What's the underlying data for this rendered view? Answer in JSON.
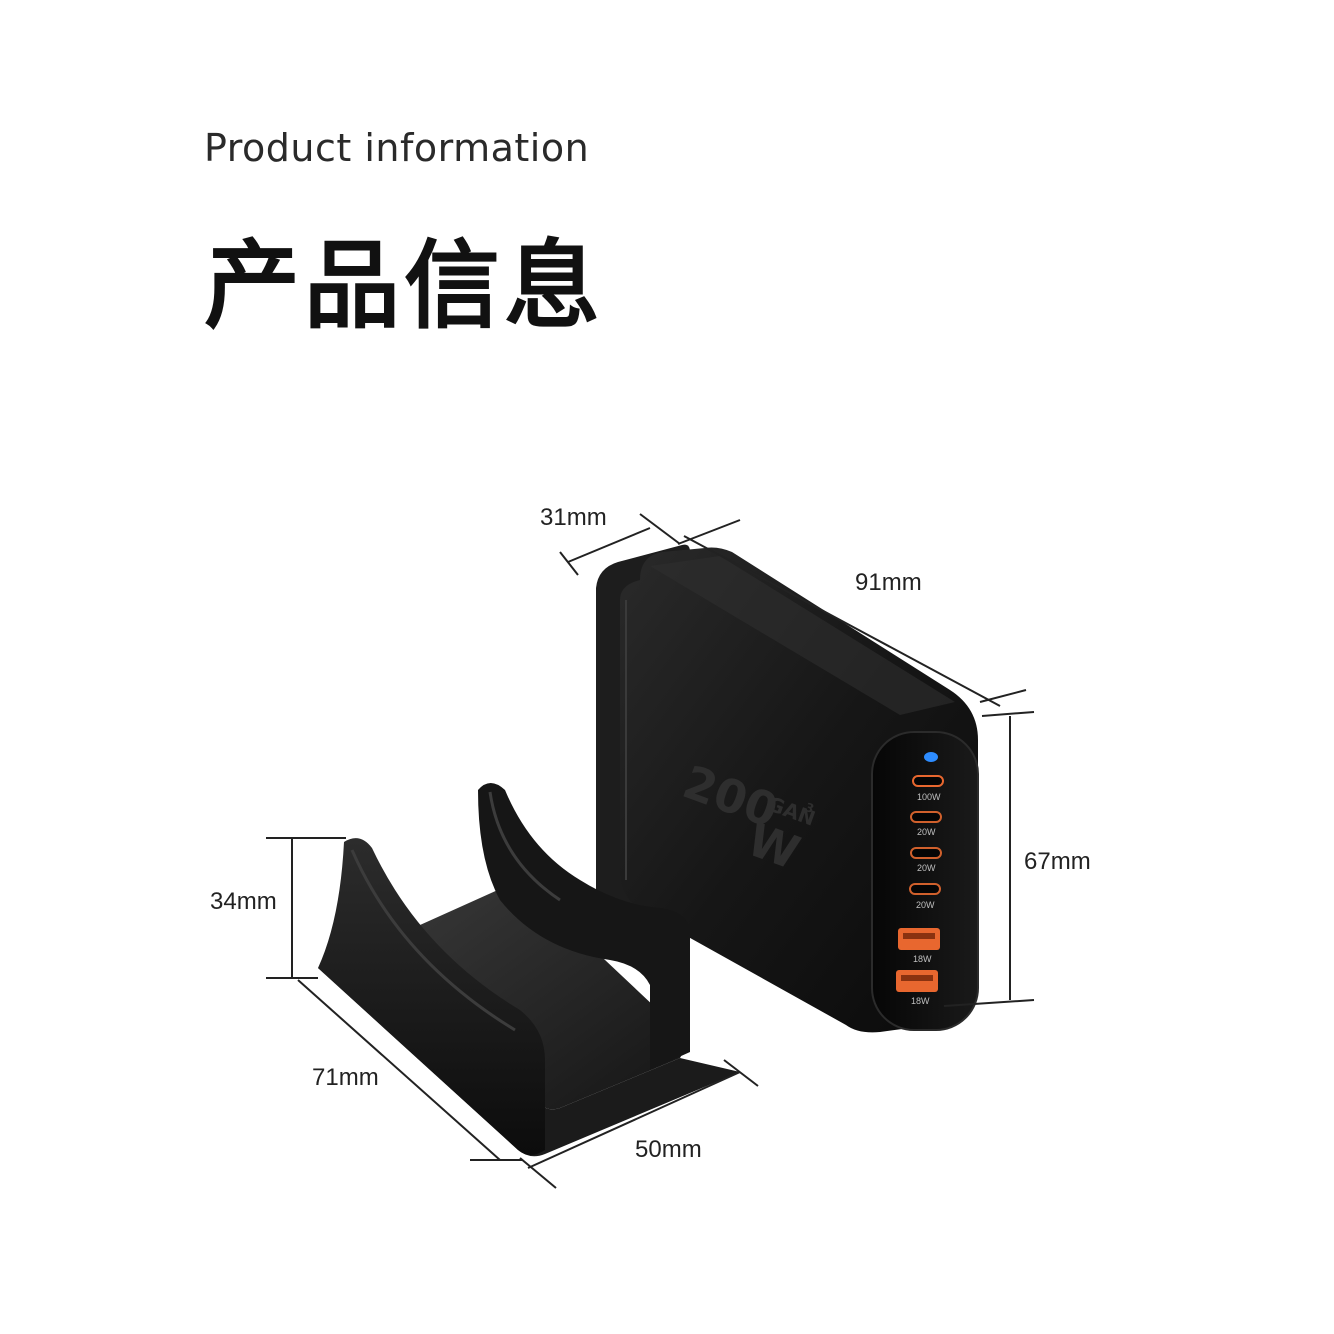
{
  "header": {
    "title_en": "Product information",
    "title_zh": "产品信息"
  },
  "dimensions": {
    "charger_depth": "31mm",
    "charger_length": "91mm",
    "charger_height": "67mm",
    "stand_height": "34mm",
    "stand_length": "71mm",
    "stand_width": "50mm"
  },
  "charger": {
    "brand_power": "200",
    "brand_unit": "W",
    "brand_tech": "GAN",
    "brand_tech_sup": "3",
    "ports": [
      {
        "type": "usb-c",
        "label": "100W"
      },
      {
        "type": "usb-c",
        "label": "20W"
      },
      {
        "type": "usb-c",
        "label": "20W"
      },
      {
        "type": "usb-c",
        "label": "20W"
      },
      {
        "type": "usb-a",
        "label": "18W"
      },
      {
        "type": "usb-a",
        "label": "18W"
      }
    ]
  },
  "colors": {
    "charger_body": "#161616",
    "charger_face": "#0b0b0b",
    "usb_a_accent": "#e8672f",
    "indicator_led": "#2d8cff",
    "dimension_line": "#222222"
  }
}
